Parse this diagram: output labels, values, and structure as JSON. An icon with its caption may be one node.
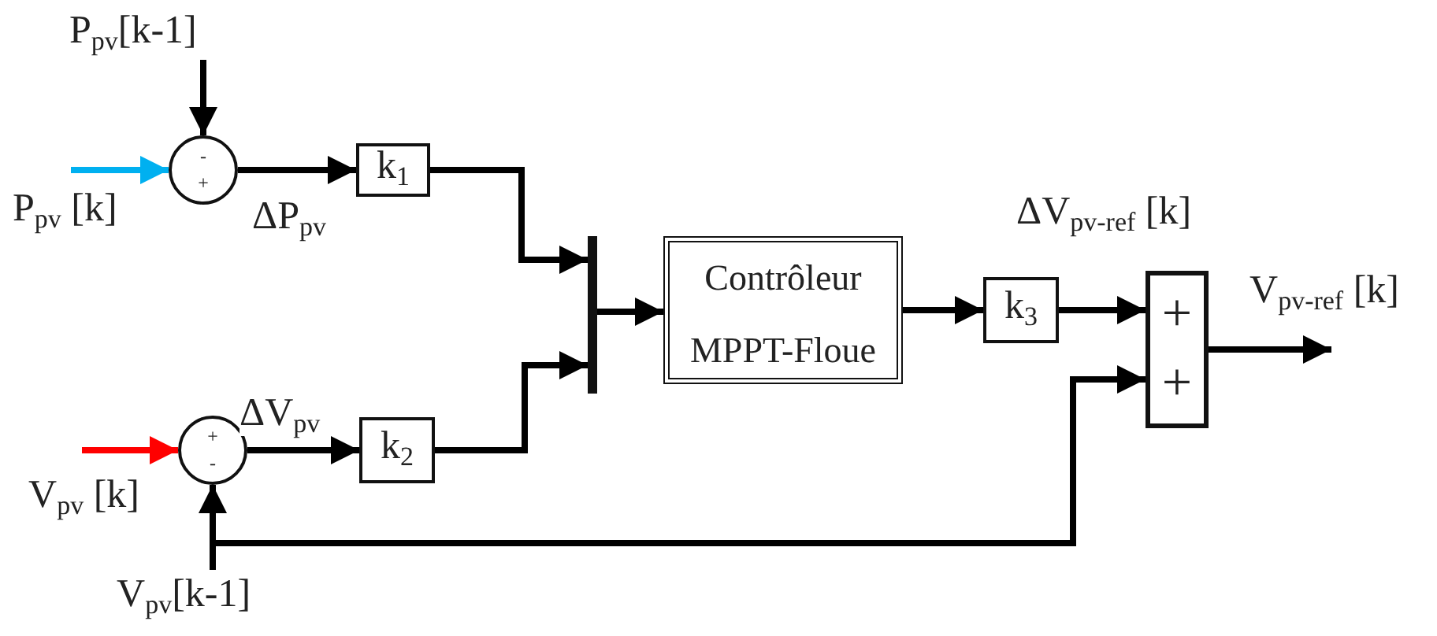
{
  "diagram": {
    "nodes": [
      {
        "text": [
          "P$_{pv}$[k-1]"
        ]
      },
      {
        "text": [
          "-",
          "+"
        ]
      },
      {
        "text": [
          "k$_{1}$"
        ]
      },
      {
        "text": [],
        "shape": "bar"
      },
      {
        "text": [
          "Contrôleur MPPT-Floue"
        ]
      },
      {
        "text": [
          "k$_{3}$"
        ]
      },
      {
        "text": [
          "+",
          "+"
        ]
      },
      {
        "text": [
          "+",
          "-"
        ]
      },
      {
        "text": [
          "k$_{2}$"
        ]
      },
      {
        "text": [
          "V$_{pv}$[k-1]"
        ]
      }
    ],
    "edges": [
      {
        "from": 0,
        "to": 1,
        "arrow": "to"
      },
      {
        "from": null,
        "to": 1,
        "arrow": "to",
        "color": "#00b0f0"
      },
      {
        "from": 1,
        "to": 2,
        "arrow": "to",
        "label": "ΔP$_{pv}$"
      },
      {
        "from": 2,
        "to": 3,
        "arrow": "to"
      },
      {
        "from": null,
        "to": 7,
        "arrow": "to",
        "color": "#ff0000"
      },
      {
        "from": 7,
        "to": 8,
        "arrow": "to",
        "label": "ΔV$_{pv}$"
      },
      {
        "from": 8,
        "to": 3,
        "arrow": "to"
      },
      {
        "from": 3,
        "to": 4,
        "arrow": "to"
      },
      {
        "from": 4,
        "to": 5,
        "arrow": "to"
      },
      {
        "from": 5,
        "to": 6,
        "arrow": "to",
        "label": "ΔV$_{pv-ref}$ [k]"
      },
      {
        "from": 6,
        "to": null,
        "arrow": "to",
        "label": "V$_{pv-ref}$ [k]"
      },
      {
        "from": 9,
        "to": 7,
        "arrow": "to"
      },
      {
        "from": 9,
        "to": 6,
        "arrow": "to"
      }
    ],
    "labels": [
      "P$_{pv}$ [k]",
      "V$_{pv}$ [k]"
    ]
  }
}
